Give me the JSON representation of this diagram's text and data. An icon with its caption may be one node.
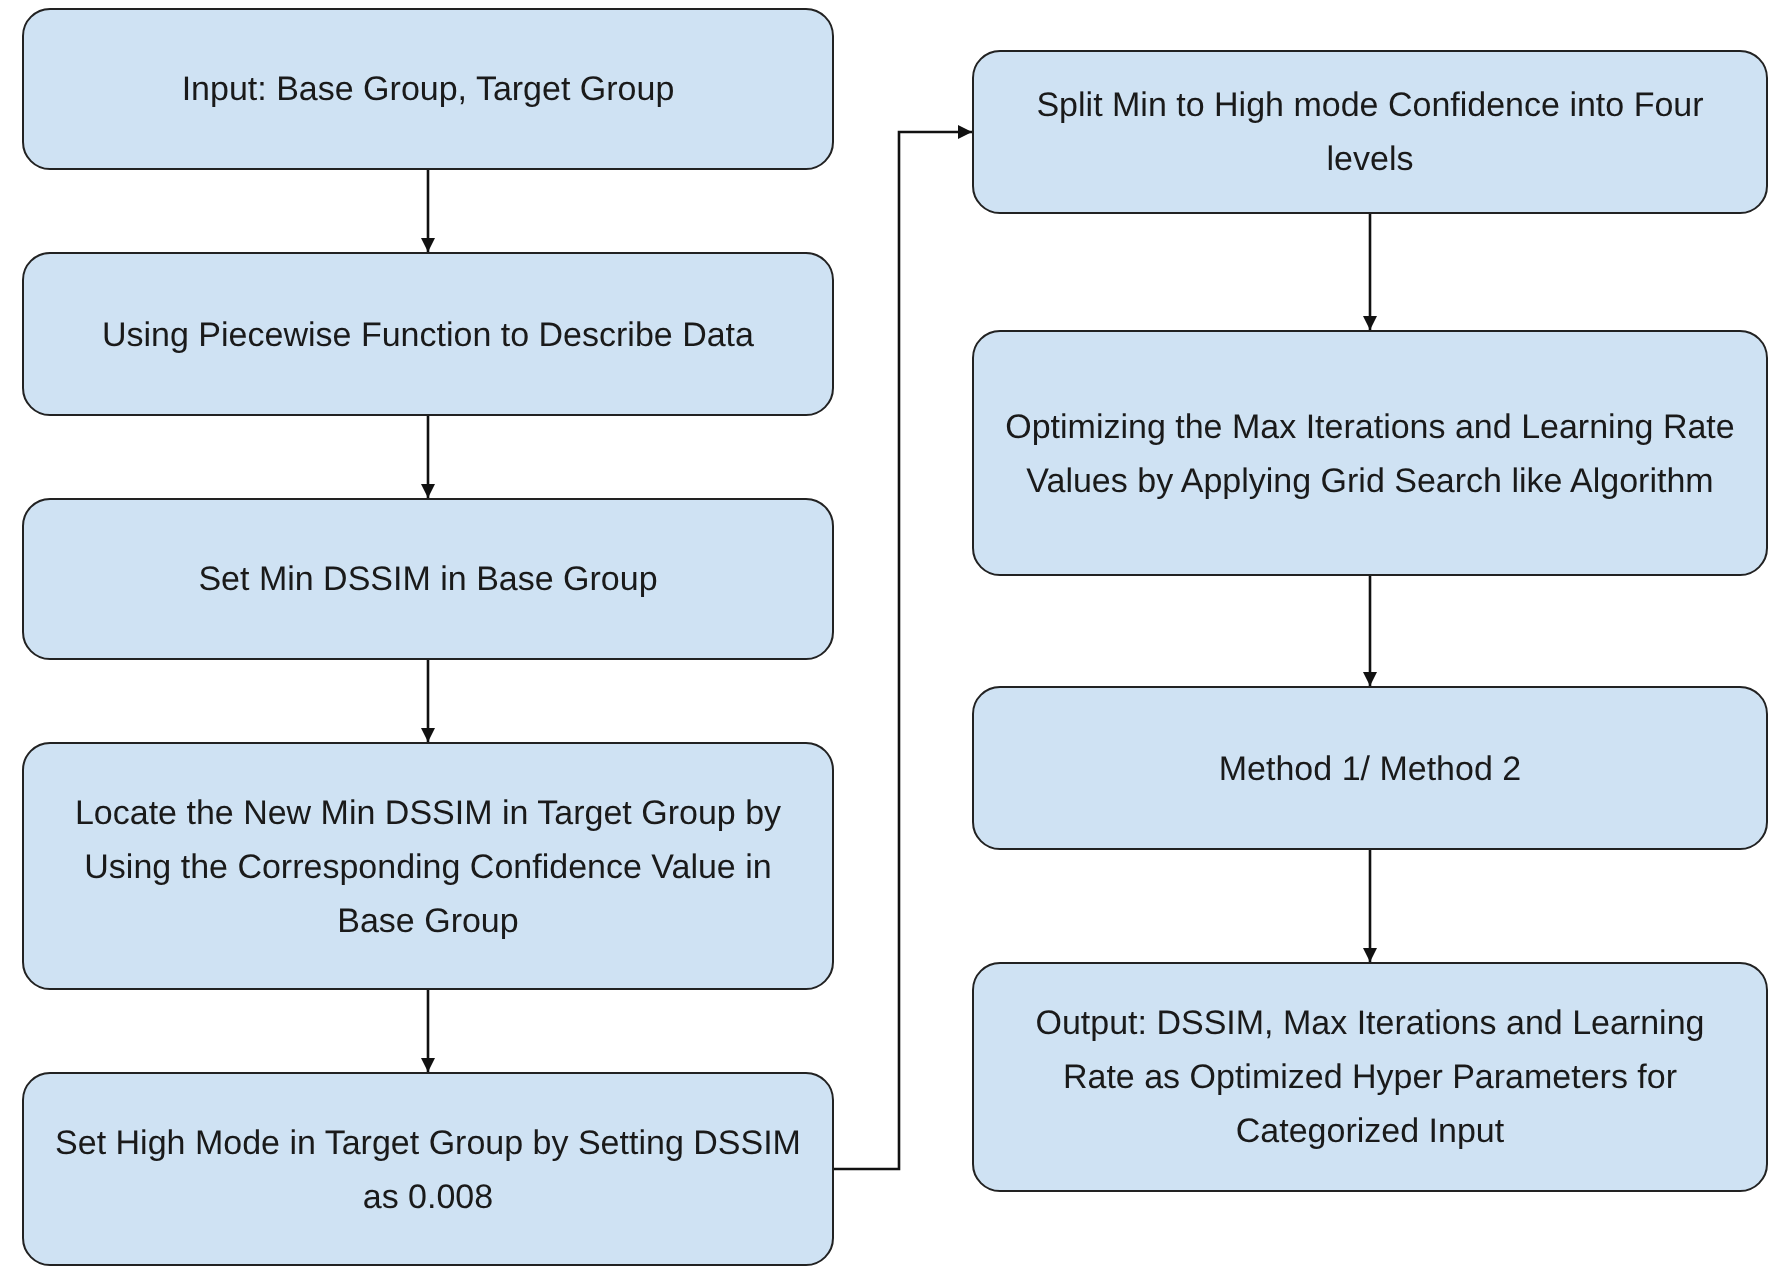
{
  "diagram": {
    "nodes": [
      {
        "text": [
          "Input: Base Group, Target Group"
        ]
      },
      {
        "text": [
          "Using Piecewise Function to Describe Data"
        ]
      },
      {
        "text": [
          "Set Min DSSIM in Base Group"
        ]
      },
      {
        "text": [
          "Locate the New Min DSSIM in Target Group by Using the Corresponding Confidence Value in Base Group"
        ]
      },
      {
        "text": [
          "Set High Mode in Target Group by Setting DSSIM  as 0.008"
        ]
      },
      {
        "text": [
          "Split Min to High mode Confidence into Four levels"
        ]
      },
      {
        "text": [
          "Optimizing the Max Iterations and Learning Rate Values by Applying Grid Search like Algorithm"
        ]
      },
      {
        "text": [
          "Method 1/ Method 2"
        ]
      },
      {
        "text": [
          "Output: DSSIM, Max Iterations and Learning Rate as Optimized Hyper Parameters for Categorized Input"
        ]
      }
    ],
    "edges": [
      {
        "from": 0,
        "to": 1,
        "arrow": "to"
      },
      {
        "from": 1,
        "to": 2,
        "arrow": "to"
      },
      {
        "from": 2,
        "to": 3,
        "arrow": "to"
      },
      {
        "from": 3,
        "to": 4,
        "arrow": "to"
      },
      {
        "from": 4,
        "to": 5,
        "arrow": "to"
      },
      {
        "from": 5,
        "to": 6,
        "arrow": "to"
      },
      {
        "from": 6,
        "to": 7,
        "arrow": "to"
      },
      {
        "from": 7,
        "to": 8,
        "arrow": "to"
      }
    ]
  }
}
